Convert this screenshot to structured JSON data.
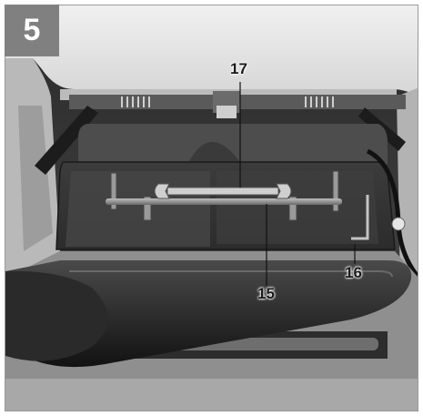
{
  "figure": {
    "number": "5",
    "badge_color": "#808080"
  },
  "callouts": {
    "c17": "17",
    "c15": "15",
    "c16": "16"
  }
}
